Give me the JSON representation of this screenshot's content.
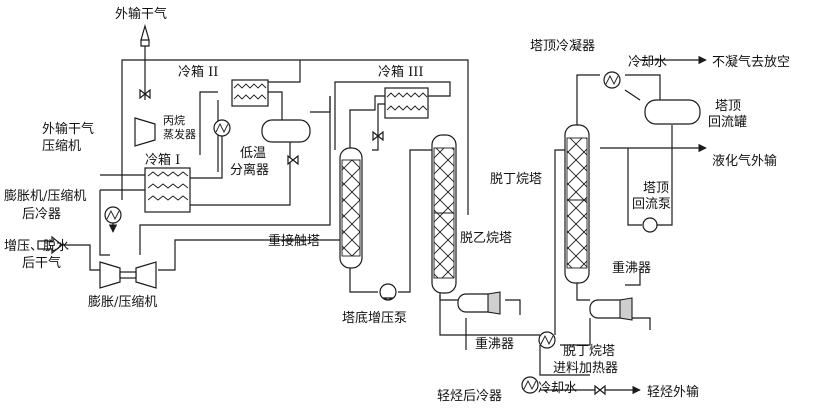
{
  "labels": {
    "export_dry_gas": "外输干气",
    "export_gas_compressor_l1": "外输干气",
    "export_gas_compressor_l2": "压缩机",
    "cold_box_2": "冷箱 II",
    "cold_box_3": "冷箱 III",
    "propane_evap_l1": "丙烷",
    "propane_evap_l2": "蒸发器",
    "lt_separator_l1": "低温",
    "lt_separator_l2": "分离器",
    "cold_box_1": "冷箱 I",
    "expander_aftercooler_l1": "膨胀机/压缩机",
    "expander_aftercooler_l2": "后冷器",
    "boosted_gas_l1": "增压、脱水",
    "boosted_gas_l2": "后干气",
    "expander_compressor": "膨胀/压缩机",
    "heavy_contact_tower": "重接触塔",
    "bottom_booster_pump": "塔底增压泵",
    "deethanizer": "脱乙烷塔",
    "reboiler_1": "重沸器",
    "overhead_condenser": "塔顶冷凝器",
    "cooling_water_top": "冷却水",
    "noncondensable_vent": "不凝气去放空",
    "reflux_drum_l1": "塔顶",
    "reflux_drum_l2": "回流罐",
    "lpg_export": "液化气外输",
    "reflux_pump_l1": "塔顶",
    "reflux_pump_l2": "回流泵",
    "debutanizer": "脱丁烷塔",
    "reboiler_2": "重沸器",
    "debutanizer_feed_heater_l1": "脱丁烷塔",
    "debutanizer_feed_heater_l2": "进料加热器",
    "light_hc_aftercooler": "轻烃后冷器",
    "cooling_water_bottom": "冷却水",
    "light_hc_export": "轻烃外输"
  },
  "colors": {
    "line": "#1a1a1a",
    "packing_fill": "#cfcfcf",
    "background": "#ffffff"
  }
}
